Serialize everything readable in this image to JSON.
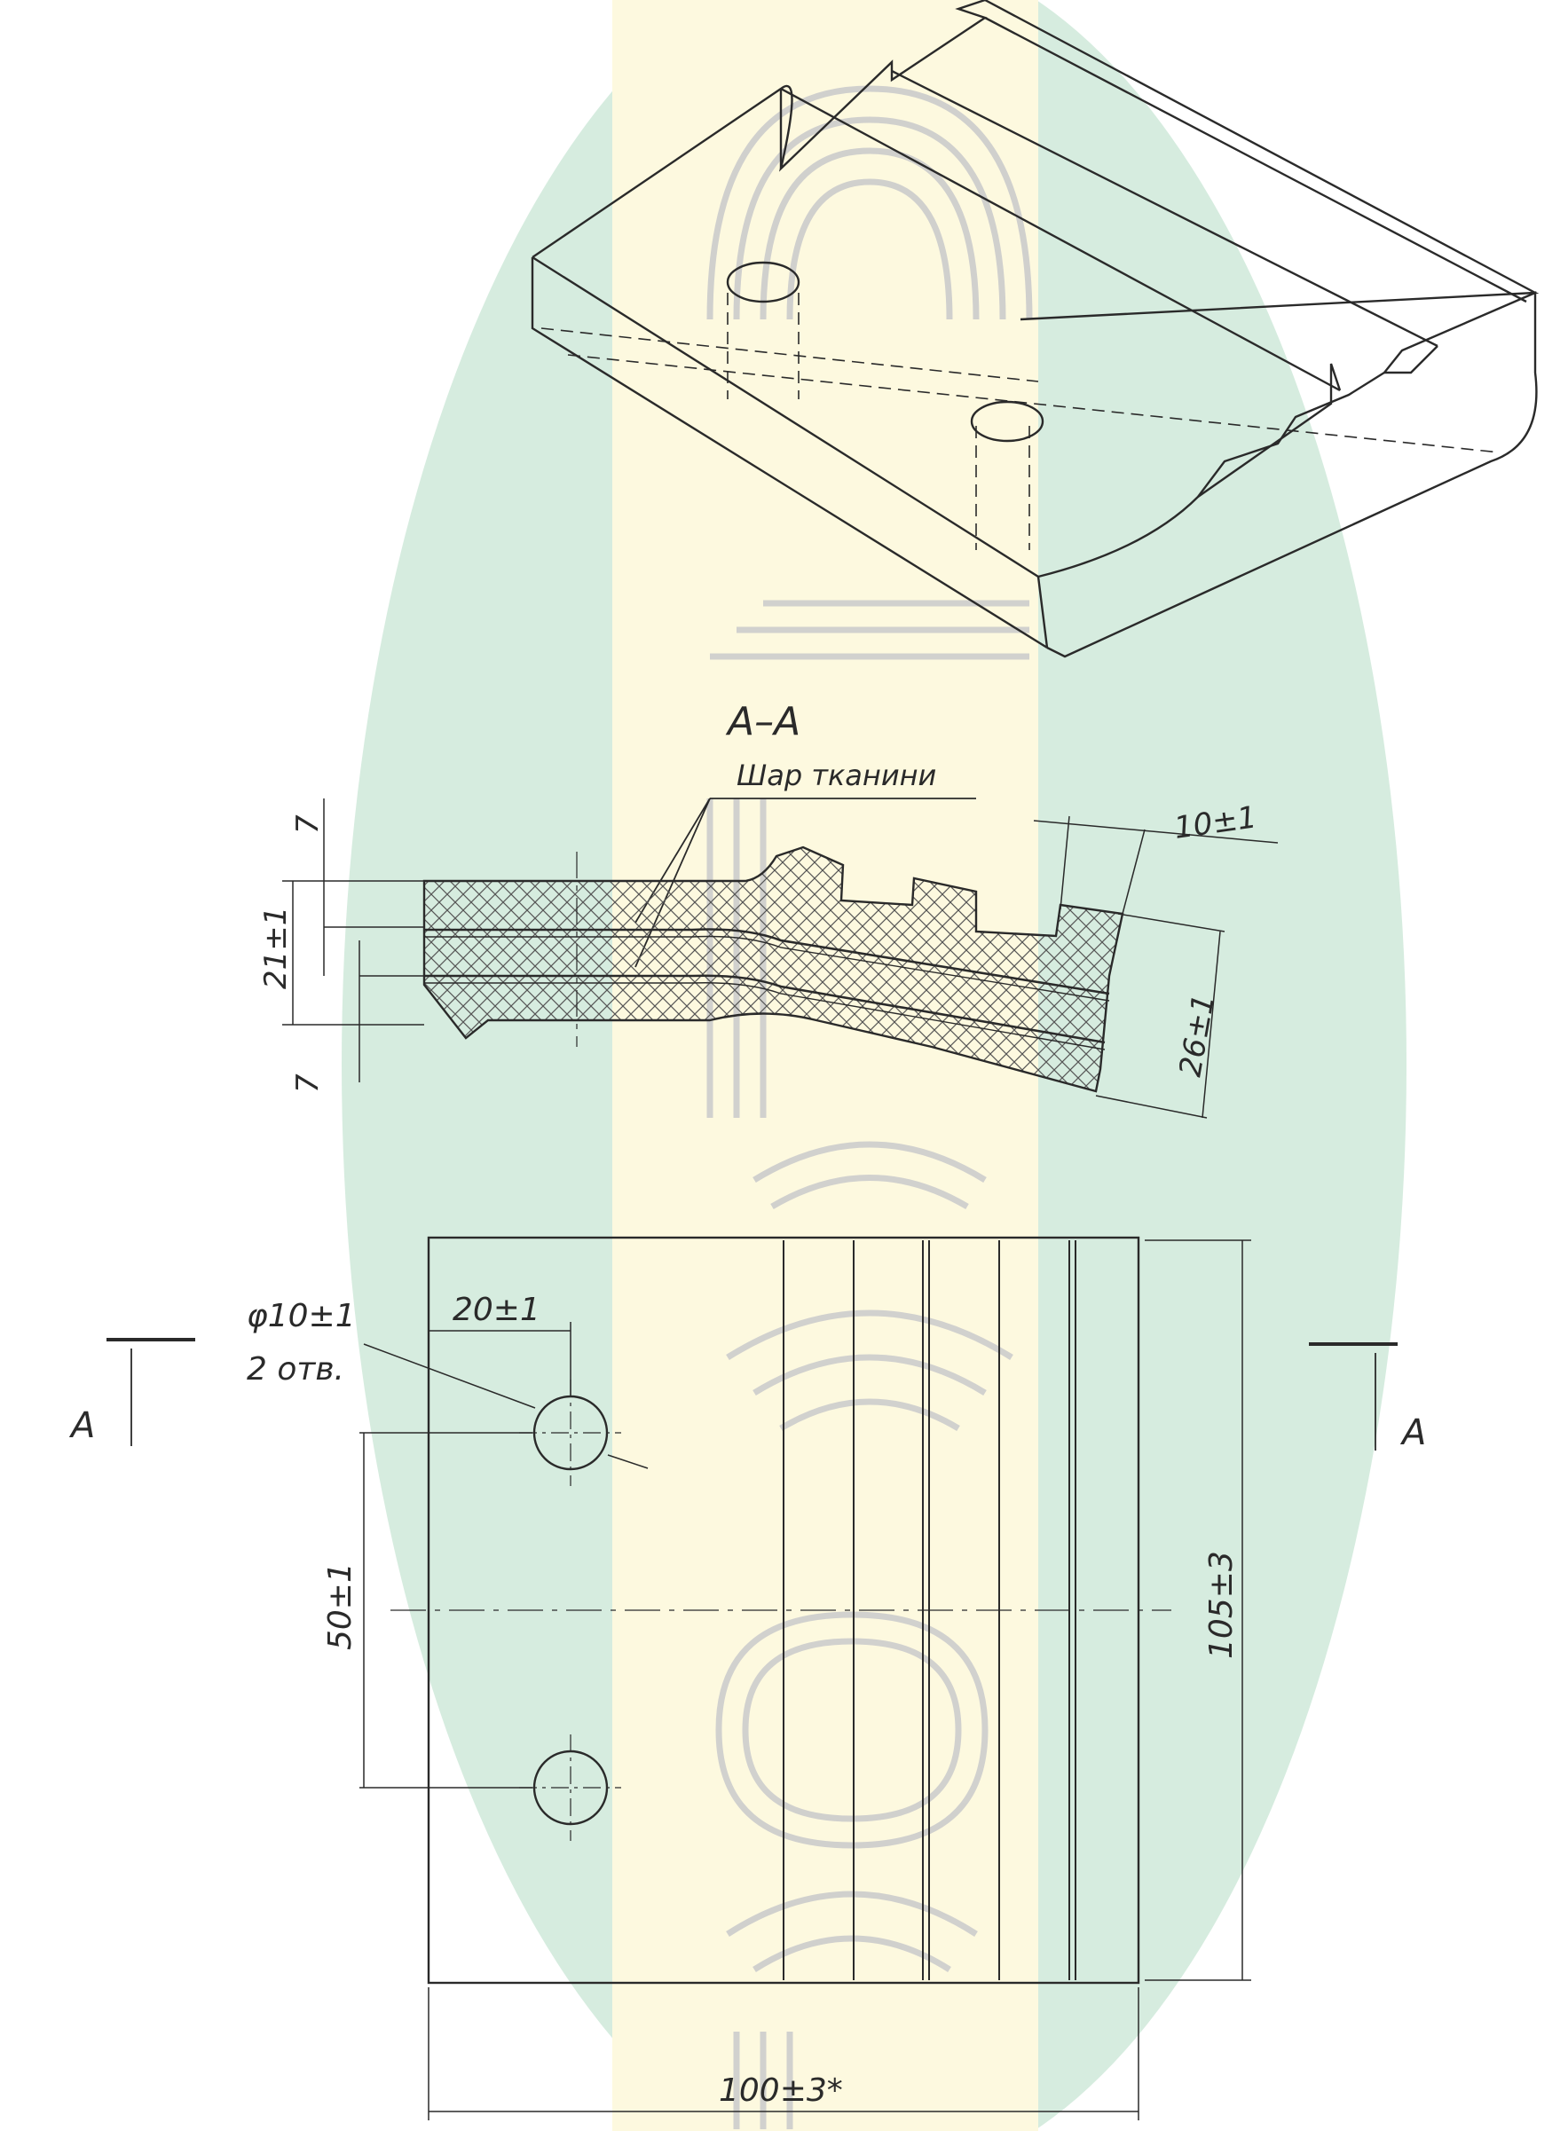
{
  "watermark": {
    "ellipse_color": "#d6ecdf",
    "band_color": "#fdf9df",
    "stamp_color": "#c9c9c9",
    "stamp_letters": [
      "О",
      "Ш",
      "Н",
      "П",
      "Ш",
      "Р",
      "У",
      "С",
      "С",
      "О",
      "Р"
    ]
  },
  "section": {
    "title": "A–A",
    "layer_label": "Шар тканини",
    "dim_top_left_7": "7",
    "dim_bottom_left_7": "7",
    "dim_height_left": "21±1",
    "dim_height_right": "26±1",
    "dim_width_right": "10±1"
  },
  "plan": {
    "hole_dia": "φ10±1",
    "hole_count": "2 отв.",
    "dim_hole_offset": "20±1",
    "dim_hole_spacing": "50±1",
    "dim_length": "105±3",
    "dim_width": "100±3*",
    "cut_mark_left": "A",
    "cut_mark_right": "A"
  },
  "colors": {
    "ink": "#2a2a2a",
    "hatch": "#555555"
  }
}
